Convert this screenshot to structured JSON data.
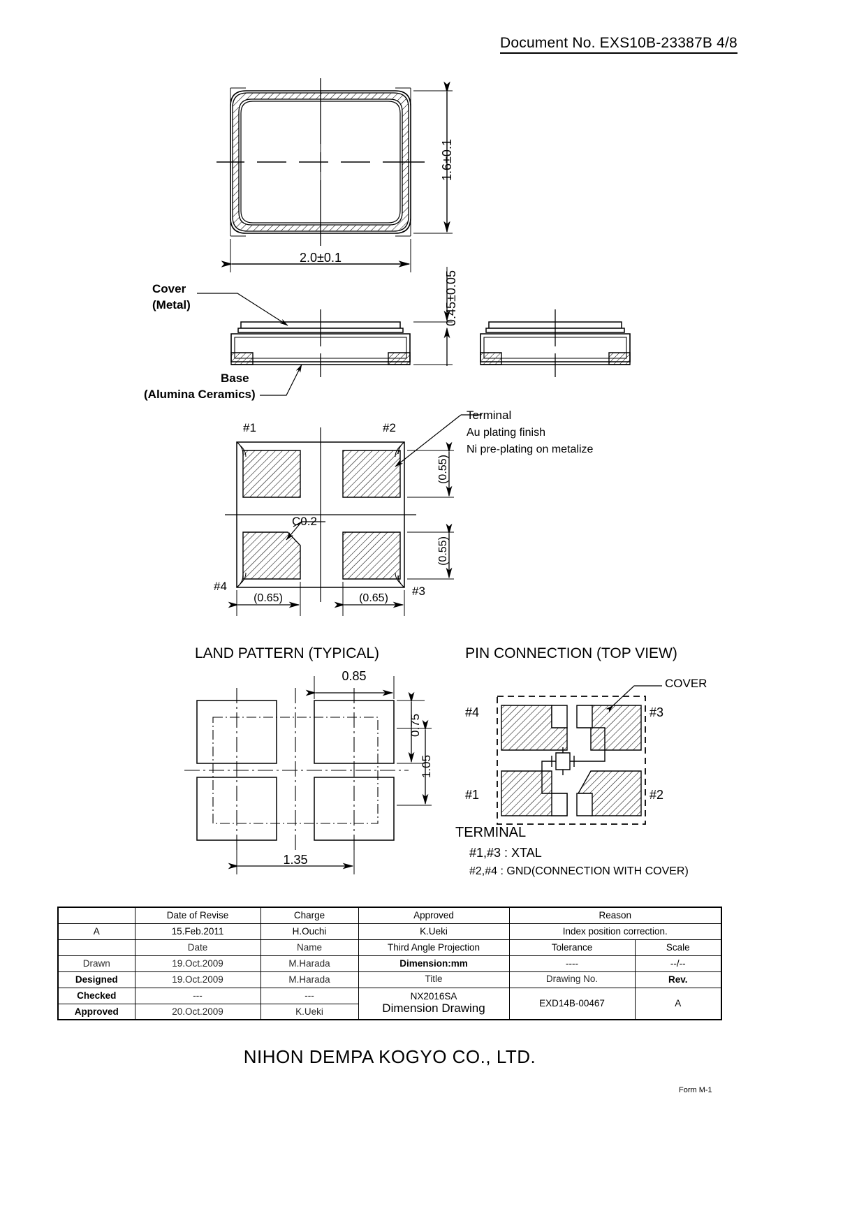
{
  "header": {
    "document_no": "Document No. EXS10B-23387B  4/8"
  },
  "top_view": {
    "width_dim": "2.0±0.1",
    "height_dim": "1.6±0.1"
  },
  "side_view": {
    "thickness_dim": "0.45±0.05",
    "cover_label_line1": "Cover",
    "cover_label_line2": "(Metal)",
    "base_label_line1": "Base",
    "base_label_line2": "(Alumina Ceramics)"
  },
  "bottom_view": {
    "pin1": "#1",
    "pin2": "#2",
    "pin3": "#3",
    "pin4": "#4",
    "chamfer": "C0.2",
    "pad_h_top": "(0.55)",
    "pad_h_bottom": "(0.55)",
    "pad_w_left": "(0.65)",
    "pad_w_right": "(0.65)",
    "terminal_note_1": "Terminal",
    "terminal_note_2": "Au plating finish",
    "terminal_note_3": "Ni pre-plating on metalize"
  },
  "land_pattern": {
    "title": "LAND PATTERN (TYPICAL)",
    "dim_085": "0.85",
    "dim_075": "0.75",
    "dim_105": "1.05",
    "dim_135": "1.35"
  },
  "pin_connection": {
    "title": "PIN CONNECTION (TOP   VIEW)",
    "cover_label": "COVER",
    "pin1": "#1",
    "pin2": "#2",
    "pin3": "#3",
    "pin4": "#4",
    "terminal_heading": "TERMINAL",
    "terminal_line_1": "#1,#3 : XTAL",
    "terminal_line_2": "#2,#4 : GND(CONNECTION WITH COVER)"
  },
  "title_block": {
    "rev_headers": [
      "",
      "Date of Revise",
      "Charge",
      "Approved",
      "Reason"
    ],
    "rev_row": [
      "A",
      "15.Feb.2011",
      "H.Ouchi",
      "K.Ueki",
      "Index position correction."
    ],
    "sub_headers": [
      "",
      "Date",
      "Name",
      "Third Angle Projection",
      "Tolerance",
      "Scale"
    ],
    "drawn_row": [
      "Drawn",
      "19.Oct.2009",
      "M.Harada",
      "Dimension:mm",
      "----",
      "--/--"
    ],
    "designed_row": [
      "Designed",
      "19.Oct.2009",
      "M.Harada"
    ],
    "checked_row": [
      "Checked",
      "---",
      "---"
    ],
    "approved_row": [
      "Approved",
      "20.Oct.2009",
      "K.Ueki"
    ],
    "title_label": "Title",
    "title_name": "NX2016SA",
    "title_sub": "Dimension Drawing",
    "drawing_no_label": "Drawing No.",
    "drawing_no": "EXD14B-00467",
    "rev_label": "Rev.",
    "rev_value": "A"
  },
  "company": "NIHON DEMPA KOGYO CO., LTD.",
  "form": "Form M-1"
}
